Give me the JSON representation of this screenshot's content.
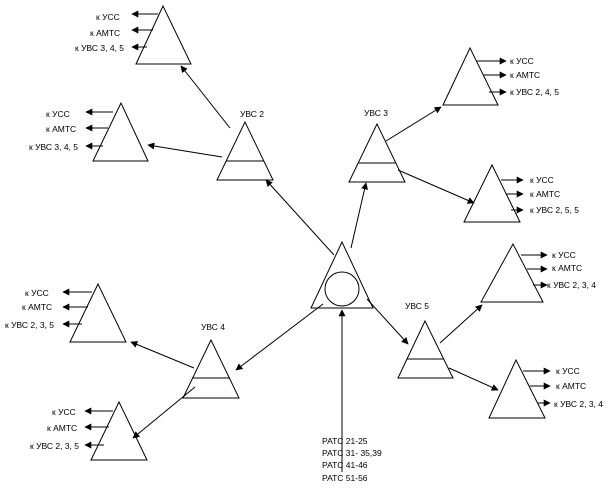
{
  "nodes": {
    "uvs2": {
      "label": "УВС 2"
    },
    "uvs3": {
      "label": "УВС 3"
    },
    "uvs4": {
      "label": "УВС 4"
    },
    "uvs5": {
      "label": "УВС 5"
    }
  },
  "leaves": {
    "leaf_tl": [
      "к УСС",
      "к АМТС",
      "к УВС 3, 4, 5"
    ],
    "leaf_l2": [
      "к УСС",
      "к АМТС",
      "к УВС 3, 4, 5"
    ],
    "leaf_tr": [
      "к УСС",
      "к АМТС",
      "к УВС 2, 4, 5"
    ],
    "leaf_r2": [
      "к УСС",
      "к АМТС",
      "к УВС 2, 5, 5"
    ],
    "leaf_l3": [
      "к УСС",
      "к АМТС",
      "к УВС 2, 3, 5"
    ],
    "leaf_l4": [
      "к УСС",
      "к АМТС",
      "к УВС 2, 3, 5"
    ],
    "leaf_r3": [
      "к УСС",
      "к АМТС",
      "к УВС 2, 3, 4"
    ],
    "leaf_r4": [
      "к УСС",
      "к АМТС",
      "к УВС 2, 3, 4"
    ]
  },
  "bottom_labels": [
    "РАТС 21-25",
    "РАТС 31- 35,39",
    "РАТС 41-46",
    "РАТС 51-56"
  ]
}
